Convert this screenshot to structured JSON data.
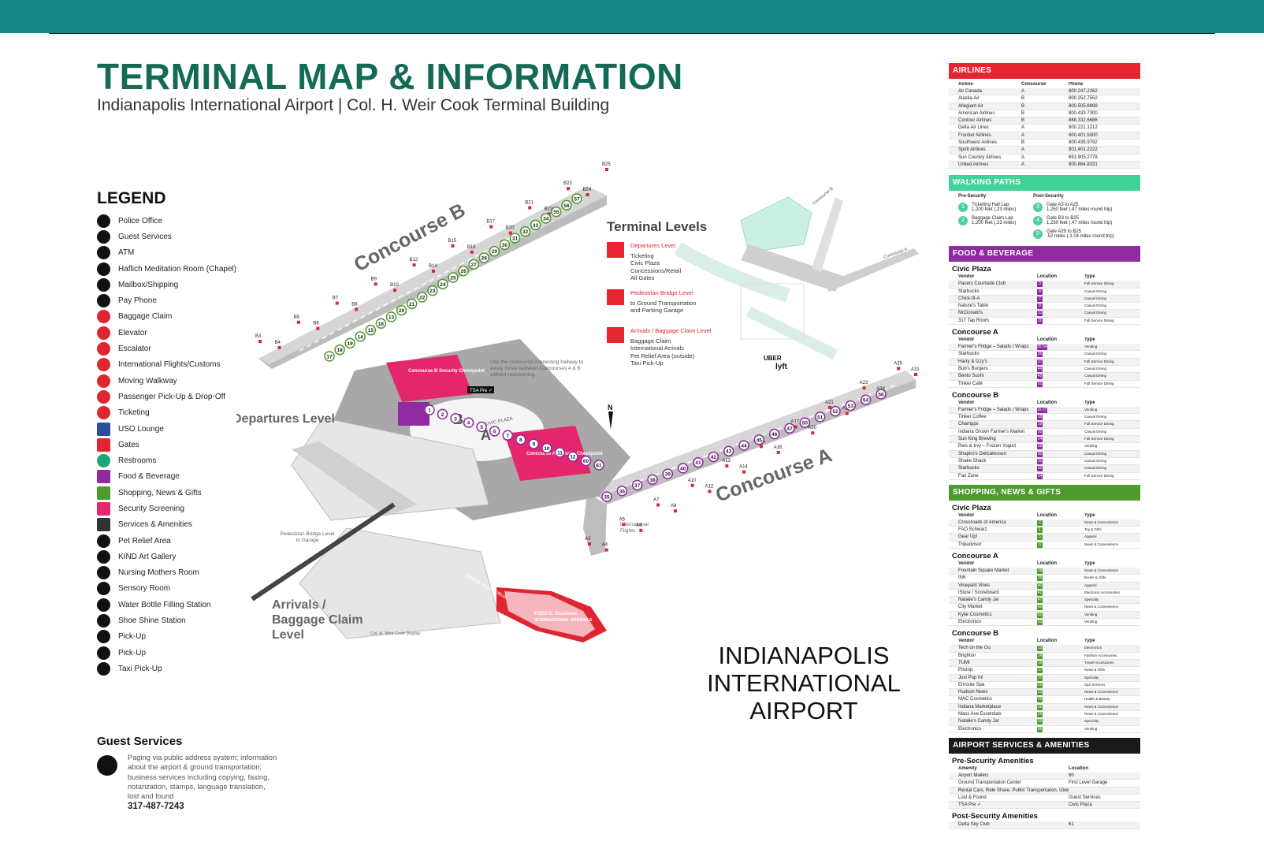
{
  "header": {
    "title": "TERMINAL MAP & INFORMATION",
    "subtitle": "Indianapolis International Airport | Col. H. Weir Cook Terminal Building"
  },
  "legend": {
    "title": "LEGEND",
    "items": [
      {
        "label": "Police Office",
        "icon": "police-icon",
        "color": "#111111"
      },
      {
        "label": "Guest Services",
        "icon": "guest-services-icon",
        "color": "#111111"
      },
      {
        "label": "ATM",
        "icon": "atm-icon",
        "color": "#111111"
      },
      {
        "label": "Haflich Meditation Room (Chapel)",
        "icon": "chapel-icon",
        "color": "#111111"
      },
      {
        "label": "Mailbox/Shipping",
        "icon": "mailbox-icon",
        "color": "#111111"
      },
      {
        "label": "Pay Phone",
        "icon": "phone-icon",
        "color": "#111111"
      },
      {
        "label": "Baggage Claim",
        "icon": "baggage-icon",
        "color": "#e02430"
      },
      {
        "label": "Elevator",
        "icon": "elevator-icon",
        "color": "#e02430"
      },
      {
        "label": "Escalator",
        "icon": "escalator-icon",
        "color": "#e02430"
      },
      {
        "label": "International Flights/Customs",
        "icon": "customs-icon",
        "color": "#e02430"
      },
      {
        "label": "Moving Walkway",
        "icon": "walkway-icon",
        "color": "#e02430"
      },
      {
        "label": "Passenger Pick-Up & Drop-Off",
        "icon": "car-icon",
        "color": "#e02430"
      },
      {
        "label": "Ticketing",
        "icon": "ticket-icon",
        "color": "#e02430"
      },
      {
        "label": "USO Lounge",
        "icon": "uso-icon",
        "color": "#2b4f9e"
      },
      {
        "label": "Gates",
        "icon": "gate-icon",
        "color": "#e02430"
      },
      {
        "label": "Restrooms",
        "icon": "restroom-icon",
        "color": "#1aa57c"
      },
      {
        "label": "Food & Beverage",
        "icon": "food-icon",
        "color": "#8f2aa0"
      },
      {
        "label": "Shopping, News & Gifts",
        "icon": "shopping-icon",
        "color": "#4e9a2c"
      },
      {
        "label": "Security Screening",
        "icon": "security-icon",
        "color": "#e5266c"
      },
      {
        "label": "Services & Amenities",
        "icon": "services-icon",
        "color": "#333333"
      },
      {
        "label": "Pet Relief Area",
        "icon": "paw-icon",
        "color": "#111111"
      },
      {
        "label": "KIND Art Gallery",
        "icon": "art-icon",
        "color": "#111111"
      },
      {
        "label": "Nursing Mothers Room",
        "icon": "nursing-icon",
        "color": "#111111"
      },
      {
        "label": "Sensory Room",
        "icon": "sensory-icon",
        "color": "#111111"
      },
      {
        "label": "Water Bottle Filling Station",
        "icon": "water-icon",
        "color": "#111111"
      },
      {
        "label": "Shoe Shine Station",
        "icon": "shoe-icon",
        "color": "#111111"
      },
      {
        "label": "Pick-Up",
        "icon": "uber-icon",
        "color": "#111111"
      },
      {
        "label": "Pick-Up",
        "icon": "lyft-icon",
        "color": "#111111"
      },
      {
        "label": "Taxi Pick-Up",
        "icon": "taxi-icon",
        "color": "#111111"
      }
    ]
  },
  "guest_services": {
    "title": "Guest Services",
    "text": "Paging via public address system; information about the airport & ground transportation; business services including copying, faxing, notarization, stamps, language translation, lost and found",
    "phone": "317-487-7243"
  },
  "map": {
    "concourse_b": "Concourse B",
    "concourse_a": "Concourse A",
    "departures_level": "Departures Level",
    "arrivals_level": "Arrivals / Baggage Claim Level",
    "civic_plaza": "CIVIC PLAZA",
    "concourse_b_checkpoint": "Concourse B Security Checkpoint",
    "concourse_a_checkpoint": "Concourse A Security Checkpoint",
    "tsa_pre": "TSA Pre ✓",
    "connector_note": "Use the concourse connecting hallway to easily move between Concourses A & B without rescreening.",
    "pedestrian_bridge": "Pedestrian Bridge Level to Garage",
    "international_flights": "International Flights",
    "fis_customs": "FIS/U.S. Customs",
    "international_arrivals": "INTERNATIONAL ARRIVALS",
    "display_note": "Col. H. Weir Cook Display",
    "baggage_service_offices": "Baggage Service Offices",
    "uber": "UBER",
    "lyft": "lyft",
    "north": "N",
    "hub_b": "B",
    "hub_a": "A",
    "concourse_b_small": "Concourse B",
    "concourse_a_small": "Concourse A",
    "gates_b": [
      "B3",
      "B4",
      "B5",
      "B6",
      "B7",
      "B8",
      "B9",
      "B10",
      "B12",
      "B14",
      "B15",
      "B16",
      "B17",
      "B20",
      "B21",
      "B22",
      "B23",
      "B24",
      "B25"
    ],
    "gates_a": [
      "A3",
      "A4",
      "A5",
      "A6",
      "A7",
      "A8",
      "A10",
      "A12",
      "A13",
      "A14",
      "A15",
      "A16",
      "A17",
      "A20",
      "A21",
      "A22",
      "A23",
      "A24",
      "A25",
      "A31"
    ],
    "pins_b": [
      "17",
      "18",
      "19",
      "14",
      "15",
      "16",
      "13",
      "20",
      "21",
      "22",
      "23",
      "24",
      "25",
      "26",
      "27",
      "28",
      "29",
      "30",
      "31",
      "32",
      "33",
      "34",
      "55",
      "56",
      "57"
    ],
    "pins_a": [
      "35",
      "36",
      "37",
      "38",
      "39",
      "40",
      "41",
      "42",
      "43",
      "44",
      "45",
      "46",
      "47",
      "50",
      "51",
      "52",
      "53",
      "54",
      "56"
    ],
    "pins_hub": [
      "1",
      "2",
      "3",
      "4",
      "5",
      "6",
      "7",
      "8",
      "9",
      "10",
      "11",
      "12",
      "60",
      "61"
    ]
  },
  "terminal_levels": {
    "title": "Terminal Levels",
    "levels": [
      {
        "label": "Departures Level",
        "text": "Ticketing\nCivic Plaza\nConcessions/Retail\nAll Gates"
      },
      {
        "label": "Pedestrian Bridge Level",
        "text": "to Ground Transportation\nand Parking Garage"
      },
      {
        "label": "Arrivals / Baggage Claim Level",
        "text": "Baggage Claim\nInternational Arrivals\nPet Relief Area (outside)\nTaxi Pick-Up"
      }
    ]
  },
  "airport_name": [
    "INDIANAPOLIS",
    "INTERNATIONAL",
    "AIRPORT"
  ],
  "airlines": {
    "title": "AIRLINES",
    "color": "#e52630",
    "headers": [
      "Airline",
      "Concourse",
      "Phone"
    ],
    "rows": [
      [
        "Air Canada",
        "A",
        "800.247.2262"
      ],
      [
        "Alaska Air",
        "B",
        "800.252.7552"
      ],
      [
        "Allegiant Air",
        "B",
        "800.505.8888"
      ],
      [
        "American Airlines",
        "B",
        "800.433.7300"
      ],
      [
        "Contour Airlines",
        "B",
        "888.332.6686"
      ],
      [
        "Delta Air Lines",
        "A",
        "800.221.1212"
      ],
      [
        "Frontier Airlines",
        "A",
        "800.401.5000"
      ],
      [
        "Southwest Airlines",
        "B",
        "800.435.9792"
      ],
      [
        "Spirit Airlines",
        "A",
        "801.401.2222"
      ],
      [
        "Sun Country Airlines",
        "A",
        "651.905.2778"
      ],
      [
        "United Airlines",
        "A",
        "800.864.8331"
      ]
    ]
  },
  "walking_paths": {
    "title": "WALKING PATHS",
    "color": "#3fd39a",
    "pre_header": "Pre-Security",
    "post_header": "Post-Security",
    "pre": [
      {
        "n": "1",
        "name": "Ticketing Hall Lap",
        "dist": "1,200 feet (.23 miles)"
      },
      {
        "n": "2",
        "name": "Baggage Claim Lap",
        "dist": "1,200 feet (.23 miles)"
      }
    ],
    "post": [
      {
        "n": "3",
        "name": "Gate A3 to A25",
        "dist": "1,250 feet (.47 miles round trip)"
      },
      {
        "n": "4",
        "name": "Gate B3 to B25",
        "dist": "1,250 feet (.47 miles round trip)"
      },
      {
        "n": "5",
        "name": "Gate A25 to B25",
        "dist": ".52 miles (.1.04 miles round trip)"
      }
    ]
  },
  "food": {
    "title": "FOOD & BEVERAGE",
    "color": "#8f2aa0",
    "headers": [
      "Vendor",
      "Location",
      "Type"
    ],
    "sections": [
      {
        "name": "Civic Plaza",
        "rows": [
          [
            "Pacers Courtside Club",
            "3",
            "Full Service Dining"
          ],
          [
            "Starbucks",
            "4",
            "Casual Dining"
          ],
          [
            "Chick-fil-A",
            "7",
            "Casual Dining"
          ],
          [
            "Nature's Table",
            "8",
            "Casual Dining"
          ],
          [
            "McDonald's",
            "10",
            "Casual Dining"
          ],
          [
            "317 Tap Room",
            "11",
            "Full Service Dining"
          ]
        ]
      },
      {
        "name": "Concourse A",
        "rows": [
          [
            "Farmer's Fridge – Salads / Wraps",
            "35 54",
            "Vending"
          ],
          [
            "Starbucks",
            "36",
            "Casual Dining"
          ],
          [
            "Harry & Izzy's",
            "37",
            "Full Service Dining"
          ],
          [
            "Bub's Burgers",
            "44",
            "Casual Dining"
          ],
          [
            "Bento Sushi",
            "45",
            "Casual Dining"
          ],
          [
            "Tinker Café",
            "51",
            "Full Service Dining"
          ]
        ]
      },
      {
        "name": "Concourse B",
        "rows": [
          [
            "Farmer's Fridge – Salads / Wraps",
            "15 27",
            "Vending"
          ],
          [
            "Tinker Coffee",
            "18",
            "Casual Dining"
          ],
          [
            "Champps",
            "19",
            "Full Service Dining"
          ],
          [
            "Indiana Grown Farmer's Market",
            "20",
            "Casual Dining"
          ],
          [
            "Sun King Brewing",
            "24",
            "Full Service Dining"
          ],
          [
            "Reis & Irvy – Frozen Yogurt",
            "28",
            "Vending"
          ],
          [
            "Shapiro's Delicatessen",
            "30",
            "Casual Dining"
          ],
          [
            "Shake Shack",
            "31",
            "Casual Dining"
          ],
          [
            "Starbucks",
            "32",
            "Casual Dining"
          ],
          [
            "Fan Zone",
            "34",
            "Full Service Dining"
          ]
        ]
      }
    ]
  },
  "shopping": {
    "title": "SHOPPING, NEWS & GIFTS",
    "color": "#4e9a2c",
    "headers": [
      "Vendor",
      "Location",
      "Type"
    ],
    "sections": [
      {
        "name": "Civic Plaza",
        "rows": [
          [
            "Crossroads of America",
            "2",
            "News & Convenience"
          ],
          [
            "FAO Schwarz",
            "1",
            "Toy & Gifts"
          ],
          [
            "Gear Up!",
            "5",
            "Apparel"
          ],
          [
            "Tripadvisor",
            "6",
            "News & Convenience"
          ]
        ]
      },
      {
        "name": "Concourse A",
        "rows": [
          [
            "Fountain Square Market",
            "38",
            "News & Convenience"
          ],
          [
            "INK",
            "39",
            "Books & Gifts"
          ],
          [
            "Vineyard Vines",
            "40",
            "Apparel"
          ],
          [
            "iStore / Scoreboard",
            "41",
            "Electronic Accessories"
          ],
          [
            "Natalie's Candy Jar",
            "47",
            "Specialty"
          ],
          [
            "City Market",
            "50",
            "News & Convenience"
          ],
          [
            "Kylie Cosmetics",
            "52",
            "Vending"
          ],
          [
            "Electronics",
            "53",
            "Vending"
          ]
        ]
      },
      {
        "name": "Concourse B",
        "rows": [
          [
            "Tech on the Go",
            "13",
            "Electronics"
          ],
          [
            "Brighton",
            "14",
            "Fashion Accessories"
          ],
          [
            "TUMI",
            "16",
            "Travel Accessories"
          ],
          [
            "Pitstop",
            "17",
            "News & Gifts"
          ],
          [
            "Just Pop In!",
            "21",
            "Specialty"
          ],
          [
            "Enroute Spa",
            "22",
            "Spa Services"
          ],
          [
            "Hudson News",
            "23",
            "News & Convenience"
          ],
          [
            "MAC Cosmetics",
            "25",
            "Health & Beauty"
          ],
          [
            "Indiana Marketplace",
            "26",
            "News & Convenience"
          ],
          [
            "Mass Ave Essentials",
            "29",
            "News & Convenience"
          ],
          [
            "Natalie's Candy Jar",
            "33",
            "Specialty"
          ],
          [
            "Electronics",
            "56",
            "Vending"
          ]
        ]
      }
    ]
  },
  "services": {
    "title": "AIRPORT SERVICES & AMENITIES",
    "color": "#1a1a1a",
    "pre_title": "Pre-Security Amenities",
    "headers": [
      "Amenity",
      "Location"
    ],
    "pre_rows": [
      [
        "Airport Mailers",
        "60"
      ],
      [
        "Ground Transportation Center",
        "First Level Garage"
      ],
      [
        "Rental Cars, Ride Share, Public Transportation, Uber, Lyft",
        ""
      ],
      [
        "Lost & Found",
        "Guest Services"
      ],
      [
        "TSA Pre ✓",
        "Civic Plaza"
      ]
    ],
    "post_title": "Post-Security Amenities",
    "post_rows": [
      [
        "Delta Sky Club",
        "61"
      ]
    ]
  }
}
